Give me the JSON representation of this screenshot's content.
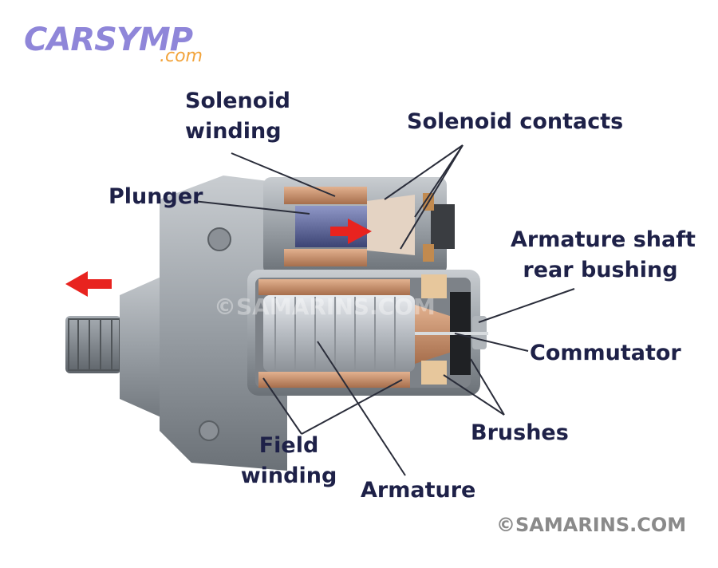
{
  "logo": {
    "main": "CARSYMP",
    "sub": ".com",
    "main_color": "#8f86d9",
    "sub_color": "#f2a33a"
  },
  "labels": {
    "solenoid_winding_1": "Solenoid",
    "solenoid_winding_2": "winding",
    "solenoid_contacts": "Solenoid contacts",
    "plunger": "Plunger",
    "armature_shaft_1": "Armature shaft",
    "armature_shaft_2": "rear bushing",
    "commutator": "Commutator",
    "brushes": "Brushes",
    "field_winding_1": "Field",
    "field_winding_2": "winding",
    "armature": "Armature"
  },
  "watermark": "©SAMARINS.COM",
  "copyright": "©SAMARINS.COM",
  "colors": {
    "label_text": "#1e2148",
    "arrow": "#e8231f",
    "winding": "#c98a62",
    "body": "#9aa0a6"
  }
}
